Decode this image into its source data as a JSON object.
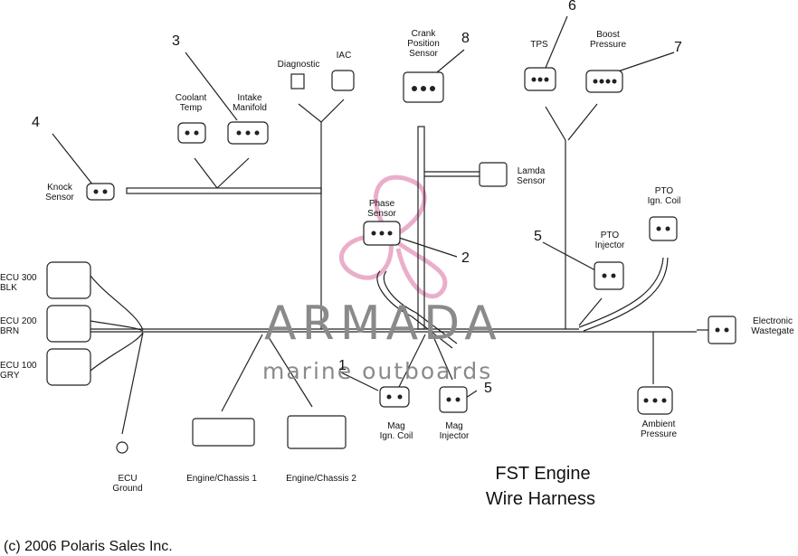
{
  "watermark": {
    "brand": "ARMADA",
    "tagline": "marine outboards",
    "logo_color": "#e8a6c6"
  },
  "title": {
    "line1": "FST Engine",
    "line2": "Wire Harness"
  },
  "copyright": "(c) 2006 Polaris Sales Inc.",
  "callouts": [
    "1",
    "2",
    "3",
    "4",
    "5",
    "5",
    "6",
    "7",
    "8"
  ],
  "components": {
    "crank": "Crank\nPosition\nSensor",
    "diagnostic": "Diagnostic",
    "iac": "IAC",
    "tps": "TPS",
    "boost": "Boost\nPressure",
    "coolant": "Coolant\nTemp",
    "intake": "Intake\nManifold",
    "knock": "Knock\nSensor",
    "lambda": "Lamda\nSensor",
    "phase": "Phase\nSensor",
    "pto_coil": "PTO\nIgn. Coil",
    "pto_injector": "PTO\nInjector",
    "ecu300": "ECU 300\nBLK",
    "ecu200": "ECU 200\nBRN",
    "ecu100": "ECU 100\nGRY",
    "ecu_ground": "ECU\nGround",
    "electronic_wastegate": "Electronic\nWastegate",
    "ambient": "Ambient\nPressure",
    "mag_coil": "Mag\nIgn. Coil",
    "mag_injector": "Mag\nInjector",
    "chassis1": "Engine/Chassis 1",
    "chassis2": "Engine/Chassis 2"
  }
}
